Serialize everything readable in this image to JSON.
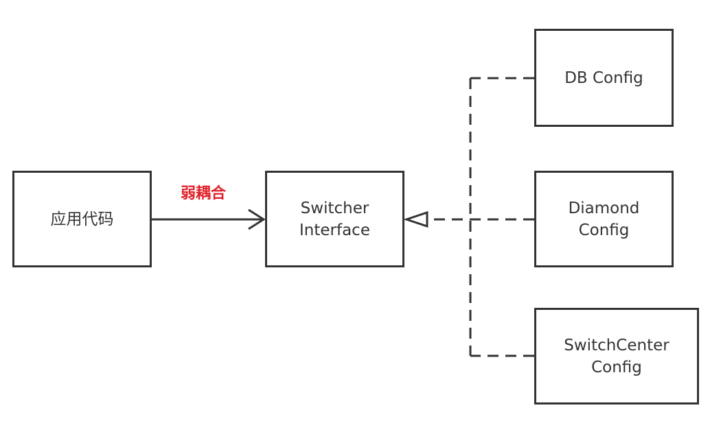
{
  "colors": {
    "stroke": "#333333",
    "text": "#333333",
    "highlight": "#e0202a",
    "background": "#ffffff"
  },
  "nodes": {
    "app_code": {
      "lines": [
        "应用代码"
      ]
    },
    "switcher_interface": {
      "lines": [
        "Switcher",
        "Interface"
      ]
    },
    "db_config": {
      "lines": [
        "DB Config"
      ]
    },
    "diamond_config": {
      "lines": [
        "Diamond",
        "Config"
      ]
    },
    "switchcenter_config": {
      "lines": [
        "SwitchCenter",
        "Config"
      ]
    }
  },
  "edges": {
    "weak_coupling": {
      "label": "弱耦合"
    }
  }
}
